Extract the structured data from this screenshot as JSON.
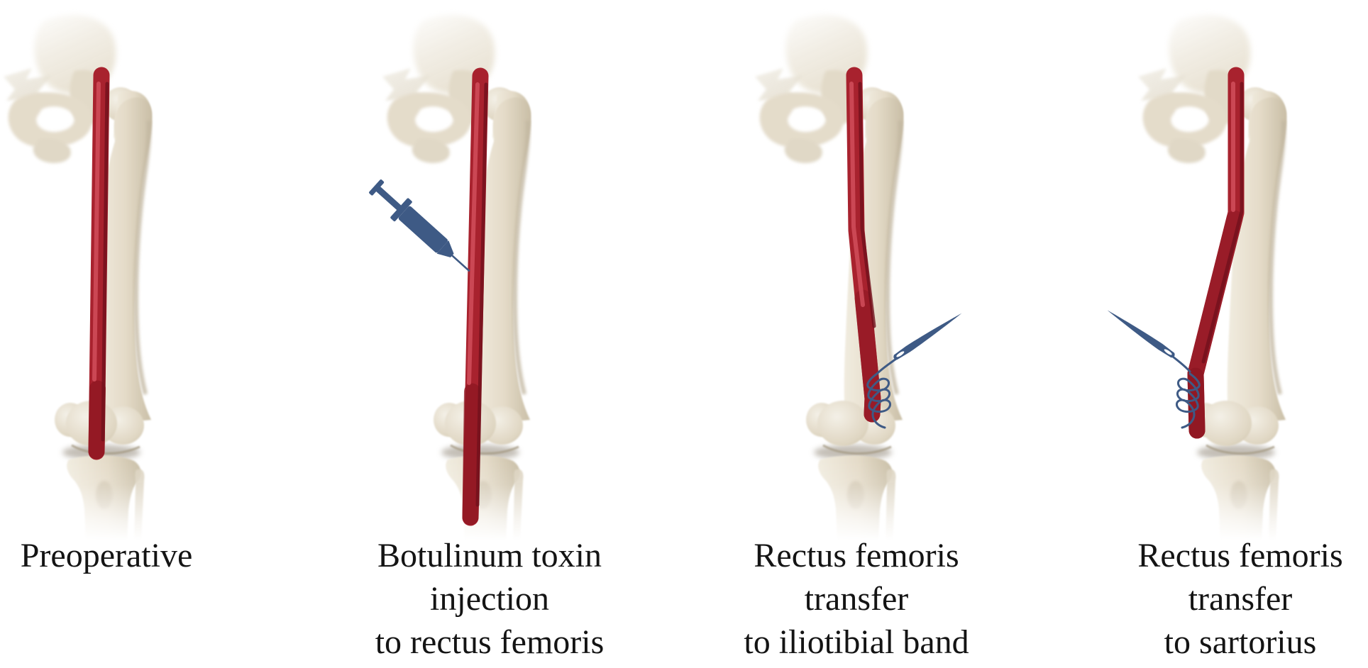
{
  "figure": {
    "background": "#FFFFFF",
    "panel_count": 4
  },
  "panels": [
    {
      "name": "preoperative",
      "caption_lines": [
        "Preoperative"
      ],
      "icon": null
    },
    {
      "name": "botulinum-toxin-injection",
      "caption_lines": [
        "Botulinum toxin",
        "injection",
        "to rectus femoris"
      ],
      "icon": "syringe-icon"
    },
    {
      "name": "rectus-femoris-transfer-iliotibial-band",
      "caption_lines": [
        "Rectus femoris",
        "transfer",
        "to iliotibial band"
      ],
      "icon": "suture-needle-icon"
    },
    {
      "name": "rectus-femoris-transfer-sartorius",
      "caption_lines": [
        "Rectus femoris",
        "transfer",
        "to sartorius"
      ],
      "icon": "suture-needle-icon"
    }
  ],
  "colors": {
    "muscle_red": "#A8222E",
    "muscle_highlight": "#CE4B59",
    "muscle_shadow": "#70101C",
    "muscle_tendon_dark": "#8E1722",
    "bone_light": "#F1ECE0",
    "bone_shadow": "#C3B8A2",
    "instrument_blue": "#3E5A85",
    "caption_text": "#141414",
    "background": "#FFFFFF"
  }
}
